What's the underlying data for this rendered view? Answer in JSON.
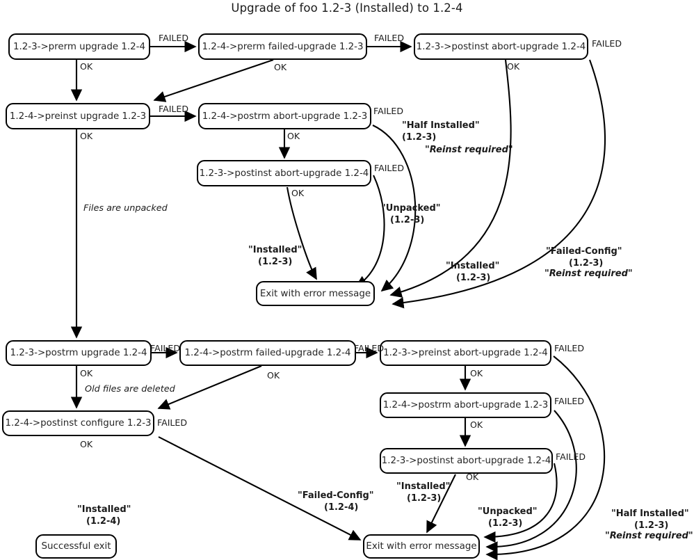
{
  "title": "Upgrade of foo 1.2-3 (Installed) to 1.2-4",
  "nodes": {
    "prerm_upgrade": "1.2-3->prerm upgrade 1.2-4",
    "prerm_failed_upgrade": "1.2-4->prerm failed-upgrade 1.2-3",
    "postinst_abort_top": "1.2-3->postinst abort-upgrade 1.2-4",
    "preinst_upgrade": "1.2-4->preinst upgrade 1.2-3",
    "postrm_abort_mid": "1.2-4->postrm abort-upgrade 1.2-3",
    "postinst_abort_mid": "1.2-3->postinst abort-upgrade 1.2-4",
    "exit_error_top": "Exit with error message",
    "postrm_upgrade": "1.2-3->postrm upgrade 1.2-4",
    "postrm_failed_upgrade": "1.2-4->postrm failed-upgrade 1.2-4",
    "preinst_abort": "1.2-3->preinst abort-upgrade 1.2-4",
    "postrm_abort_low": "1.2-4->postrm abort-upgrade 1.2-3",
    "postinst_abort_low": "1.2-3->postinst abort-upgrade 1.2-4",
    "postinst_configure": "1.2-4->postinst configure 1.2-3",
    "successful_exit": "Successful exit",
    "exit_error_bottom": "Exit with error message"
  },
  "edge_labels": {
    "failed_1": "FAILED",
    "failed_2": "FAILED",
    "failed_3": "FAILED",
    "failed_4": "FAILED",
    "failed_5": "FAILED",
    "failed_6": "FAILED",
    "failed_7": "FAILED",
    "failed_8": "FAILED",
    "failed_9": "FAILED",
    "failed_10": "FAILED",
    "failed_11": "FAILED",
    "failed_12": "FAILED",
    "ok_1": "OK",
    "ok_2": "OK",
    "ok_3": "OK",
    "ok_4": "OK",
    "ok_5": "OK",
    "ok_6": "OK",
    "ok_7": "OK",
    "ok_8": "OK",
    "ok_9": "OK",
    "ok_10": "OK",
    "ok_11": "OK",
    "ok_12": "OK",
    "files_unpacked": "Files are unpacked",
    "old_files_deleted": "Old files are deleted"
  },
  "state_annotations": {
    "half_installed_top_state": "\"Half Installed\"",
    "half_installed_top_ver": "(1.2-3)",
    "half_installed_top_reinst": "\"Reinst required\"",
    "unpacked_top_state": "\"Unpacked\"",
    "unpacked_top_ver": "(1.2-3)",
    "installed_top_left_state": "\"Installed\"",
    "installed_top_left_ver": "(1.2-3)",
    "installed_top_right_state": "\"Installed\"",
    "installed_top_right_ver": "(1.2-3)",
    "failed_config_top_state": "\"Failed-Config\"",
    "failed_config_top_ver": "(1.2-3)",
    "failed_config_top_reinst": "\"Reinst required\"",
    "failed_config_bottom_state": "\"Failed-Config\"",
    "failed_config_bottom_ver": "(1.2-4)",
    "installed_bottom_state": "\"Installed\"",
    "installed_bottom_ver": "(1.2-3)",
    "unpacked_bottom_state": "\"Unpacked\"",
    "unpacked_bottom_ver": "(1.2-3)",
    "half_installed_bottom_state": "\"Half Installed\"",
    "half_installed_bottom_ver": "(1.2-3)",
    "half_installed_bottom_reinst": "\"Reinst required\"",
    "installed_final_state": "\"Installed\"",
    "installed_final_ver": "(1.2-4)"
  },
  "colors": {
    "stroke": "#000000",
    "box_fill": "#ffffff",
    "text": "#262626",
    "background": "#ffffff"
  },
  "chart_data": {
    "type": "diagram",
    "title": "Upgrade of foo 1.2-3 (Installed) to 1.2-4",
    "layout": "flowchart",
    "node_count": 15,
    "edges": [
      {
        "from": "prerm_upgrade",
        "to": "prerm_failed_upgrade",
        "label": "FAILED"
      },
      {
        "from": "prerm_upgrade",
        "to": "preinst_upgrade",
        "label": "OK"
      },
      {
        "from": "prerm_failed_upgrade",
        "to": "postinst_abort_top",
        "label": "FAILED"
      },
      {
        "from": "prerm_failed_upgrade",
        "to": "preinst_upgrade",
        "label": "OK"
      },
      {
        "from": "postinst_abort_top",
        "to": "exit_error_top",
        "label": "FAILED",
        "state": "\"Failed-Config\" (1.2-3) \"Reinst required\""
      },
      {
        "from": "postinst_abort_top",
        "to": "exit_error_top",
        "label": "OK",
        "state": "\"Installed\" (1.2-3)"
      },
      {
        "from": "preinst_upgrade",
        "to": "postrm_abort_mid",
        "label": "FAILED"
      },
      {
        "from": "preinst_upgrade",
        "to": "postrm_upgrade",
        "label": "OK",
        "note": "Files are unpacked"
      },
      {
        "from": "postrm_abort_mid",
        "to": "exit_error_top",
        "label": "FAILED",
        "state": "\"Half Installed\" (1.2-3) \"Reinst required\""
      },
      {
        "from": "postrm_abort_mid",
        "to": "postinst_abort_mid",
        "label": "OK"
      },
      {
        "from": "postinst_abort_mid",
        "to": "exit_error_top",
        "label": "FAILED",
        "state": "\"Unpacked\" (1.2-3)"
      },
      {
        "from": "postinst_abort_mid",
        "to": "exit_error_top",
        "label": "OK",
        "state": "\"Installed\" (1.2-3)"
      },
      {
        "from": "postrm_upgrade",
        "to": "postrm_failed_upgrade",
        "label": "FAILED"
      },
      {
        "from": "postrm_upgrade",
        "to": "postinst_configure",
        "label": "OK",
        "note": "Old files are deleted"
      },
      {
        "from": "postrm_failed_upgrade",
        "to": "preinst_abort",
        "label": "FAILED"
      },
      {
        "from": "postrm_failed_upgrade",
        "to": "postinst_configure",
        "label": "OK"
      },
      {
        "from": "preinst_abort",
        "to": "exit_error_bottom",
        "label": "FAILED",
        "state": "\"Half Installed\" (1.2-3) \"Reinst required\""
      },
      {
        "from": "preinst_abort",
        "to": "postrm_abort_low",
        "label": "OK"
      },
      {
        "from": "postrm_abort_low",
        "to": "exit_error_bottom",
        "label": "FAILED"
      },
      {
        "from": "postrm_abort_low",
        "to": "postinst_abort_low",
        "label": "OK"
      },
      {
        "from": "postinst_abort_low",
        "to": "exit_error_bottom",
        "label": "FAILED",
        "state": "\"Unpacked\" (1.2-3)"
      },
      {
        "from": "postinst_abort_low",
        "to": "exit_error_bottom",
        "label": "OK",
        "state": "\"Installed\" (1.2-3)"
      },
      {
        "from": "postinst_configure",
        "to": "exit_error_bottom",
        "label": "FAILED",
        "state": "\"Failed-Config\" (1.2-4)"
      },
      {
        "from": "postinst_configure",
        "to": "successful_exit",
        "label": "OK",
        "state": "\"Installed\" (1.2-4)"
      }
    ]
  }
}
